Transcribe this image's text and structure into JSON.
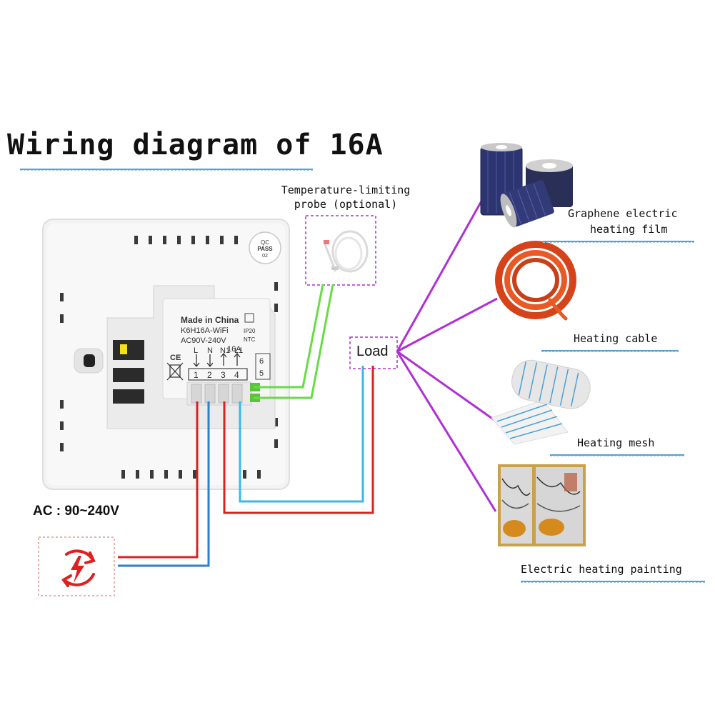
{
  "title": "Wiring diagram of 16A",
  "probe": {
    "line1": "Temperature-limiting",
    "line2": "probe (optional)"
  },
  "load": {
    "label": "Load"
  },
  "ac": {
    "label": "AC : 90~240V"
  },
  "device": {
    "badge": [
      "QC",
      "PASS",
      "02"
    ],
    "made_in": "Made in China",
    "model": "K6H16A-WiFi",
    "rating": "AC90V-240V",
    "current": "16A",
    "ce": "CE",
    "ip": "IP20",
    "ntc": "NTC",
    "terminal_names": [
      "L",
      "N",
      "N1",
      "L1"
    ],
    "terminal_numbers": [
      "1",
      "2",
      "3",
      "4"
    ],
    "ntc_terminals": [
      "6",
      "5"
    ]
  },
  "loads": [
    {
      "name": "Graphene electric",
      "name2": "heating film"
    },
    {
      "name": "Heating cable"
    },
    {
      "name": "Heating mesh"
    },
    {
      "name": "Electric heating painting"
    }
  ],
  "colors": {
    "live": "#e02020",
    "neutral": "#2a7fd4",
    "load_wire": "#3fb6e8",
    "probe_wire": "#66dd44",
    "fanout": "#b02fd6",
    "accent_underline": "#5aa0cf",
    "power_icon": "#e02020"
  },
  "icons": [
    "power-cycle-icon",
    "thermostat-back-image",
    "probe-cable-image",
    "heating-film-image",
    "heating-cable-image",
    "heating-mesh-image",
    "heating-painting-image"
  ]
}
